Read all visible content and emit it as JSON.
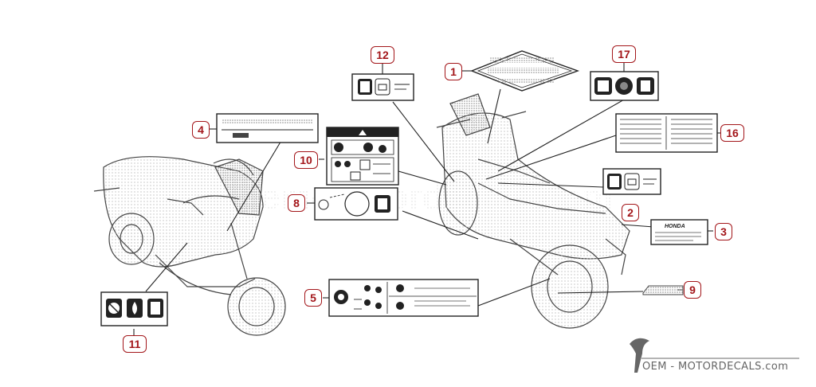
{
  "callouts": {
    "c1": "1",
    "c2": "2",
    "c3": "3",
    "c4": "4",
    "c5": "5",
    "c8": "8",
    "c9": "9",
    "c10": "10",
    "c11": "11",
    "c12": "12",
    "c16": "16",
    "c17": "17"
  },
  "labels": {
    "brand": "HONDA",
    "watermark": "oem-motordecals.com"
  },
  "footer": {
    "text": "OEM - MOTORDECALS.com"
  },
  "colors": {
    "callout": "#a3161a",
    "line": "#222222",
    "sketch": "#555555",
    "dots": "#bdbdbd"
  }
}
